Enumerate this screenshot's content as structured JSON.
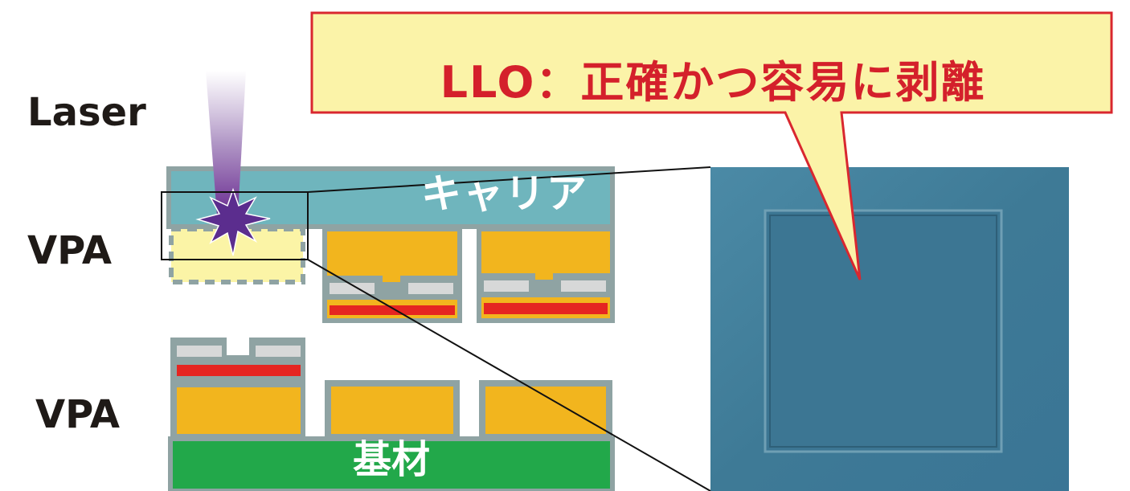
{
  "labels": {
    "laser": "Laser",
    "vpa_top": "VPA",
    "vpa_bottom": "VPA",
    "carrier": "キャリア",
    "substrate": "基材"
  },
  "callout": {
    "text": "LLO：正確かつ容易に剥離"
  },
  "colors": {
    "carrier": "#6fb5bd",
    "frame": "#8fa3a3",
    "chip_body": "#f2b51e",
    "redistribution": "#e52521",
    "pad": "#d7d8d8",
    "substrate": "#22a84a",
    "vpa_region": "#fbf4a6",
    "laser_beam": "#7b3f9e",
    "burst": "#5b2d8e",
    "callout_fill": "#fbf3a8",
    "callout_border": "#d9272f",
    "callout_text": "#d4202b",
    "photo": "#3f7b97"
  },
  "icons": {
    "burst": "laser-burst-icon"
  }
}
